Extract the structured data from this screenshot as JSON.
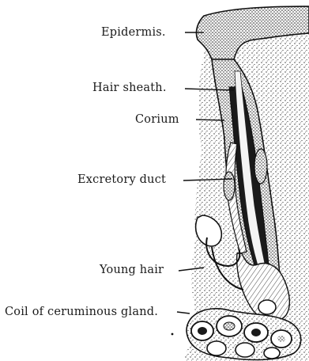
{
  "labels": {
    "epidermis": "Epidermis.",
    "hair_sheath": "Hair sheath.",
    "corium": "Corium",
    "excretory_duct": "Excretory duct",
    "young_hair": "Young hair",
    "coil": "Coil of ceruminous gland."
  },
  "colors": {
    "ink": "#1a1a1a",
    "paper": "#ffffff"
  }
}
